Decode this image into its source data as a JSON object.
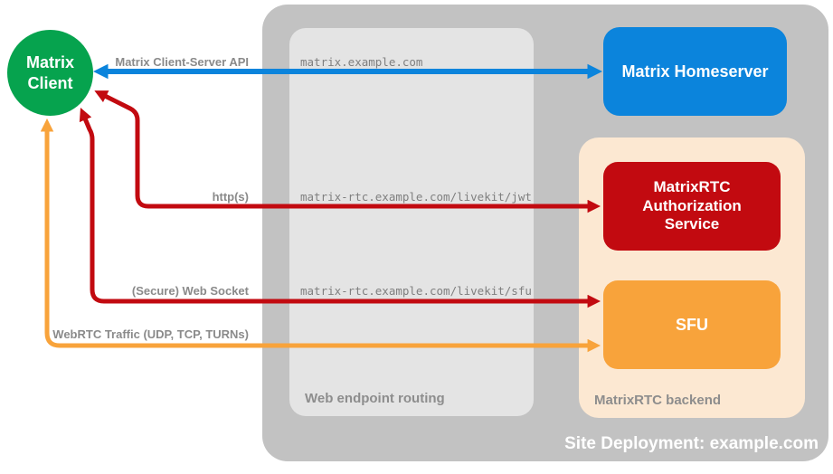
{
  "nodes": {
    "client": {
      "line1": "Matrix",
      "line2": "Client"
    },
    "homeserver": {
      "label": "Matrix Homeserver"
    },
    "auth": {
      "label": "MatrixRTC Authorization Service"
    },
    "sfu": {
      "label": "SFU"
    }
  },
  "zones": {
    "deployment": {
      "label": "Site Deployment: example.com"
    },
    "routing": {
      "label": "Web endpoint routing"
    },
    "backend": {
      "label": "MatrixRTC backend"
    }
  },
  "routes": {
    "cs_api": {
      "label": "Matrix Client-Server API",
      "endpoint": "matrix.example.com"
    },
    "http": {
      "label": "http(s)",
      "endpoint": "matrix-rtc.example.com/livekit/jwt"
    },
    "websocket": {
      "label": "(Secure) Web Socket",
      "endpoint": "matrix-rtc.example.com/livekit/sfu"
    },
    "webrtc": {
      "label": "WebRTC Traffic (UDP, TCP, TURNs)"
    }
  },
  "colors": {
    "client_green": "#06a34e",
    "homeserver_blue": "#0b84dc",
    "auth_red": "#c20a10",
    "sfu_orange": "#f8a33b",
    "backend_peach": "#fce8d2",
    "deployment_gray": "#c2c2c2",
    "routing_gray": "#e4e4e4",
    "label_gray": "#8a8a8a"
  }
}
